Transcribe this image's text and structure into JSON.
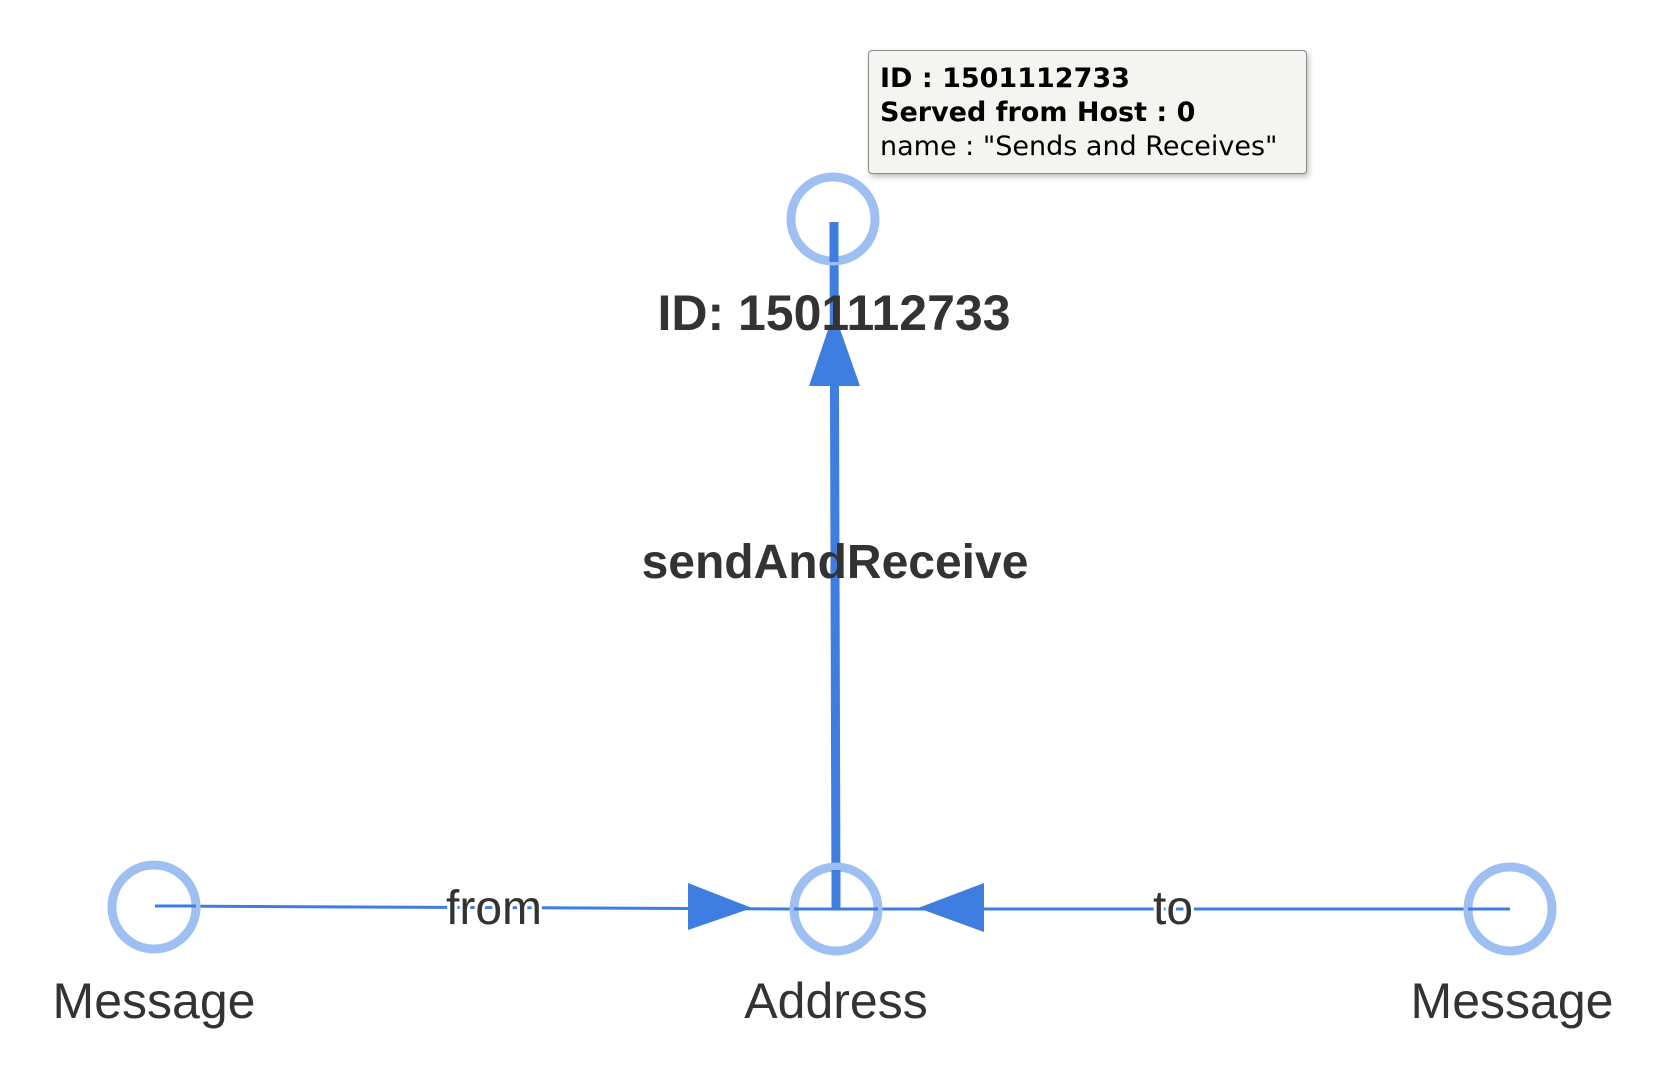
{
  "nodes": [
    {
      "id": "top",
      "label": "ID: 1501112733",
      "bold": true
    },
    {
      "id": "msg-left",
      "label": "Message",
      "bold": false
    },
    {
      "id": "address",
      "label": "Address",
      "bold": false
    },
    {
      "id": "msg-right",
      "label": "Message",
      "bold": false
    }
  ],
  "edges": [
    {
      "from": "address",
      "to": "top",
      "label": "sendAndReceive",
      "bold": true
    },
    {
      "from": "msg-left",
      "to": "address",
      "label": "from",
      "bold": false
    },
    {
      "from": "msg-right",
      "to": "address",
      "label": "to",
      "bold": false
    }
  ],
  "tooltip": {
    "id_key": "ID : ",
    "id_value": "1501112733",
    "host_key": "Served from Host : ",
    "host_value": "0",
    "name_line": "name : \"Sends and Receives\""
  },
  "colors": {
    "edge": "#3f7de0",
    "node_ring": "#9dbff2",
    "label_text": "#333333",
    "tooltip_bg": "#f4f4f1"
  }
}
